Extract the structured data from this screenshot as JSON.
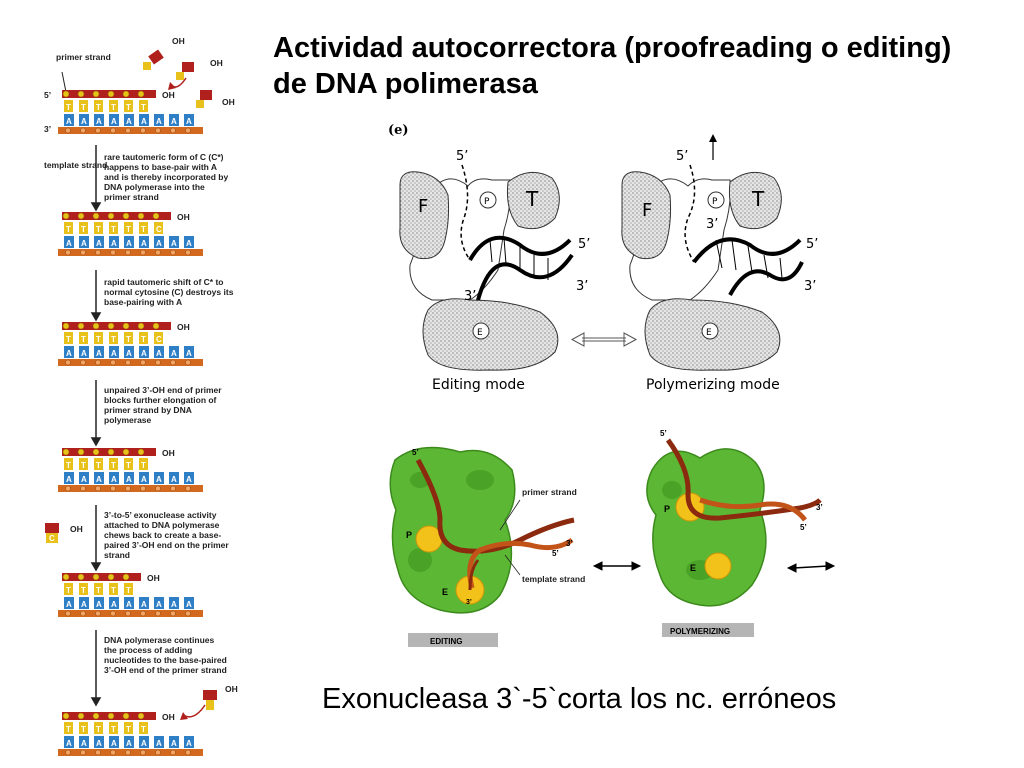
{
  "title": "Actividad autocorrectora (proofreading o editing) de DNA polimerasa",
  "caption": "Exonucleasa 3`-5`corta los nc. erróneos",
  "left_panel": {
    "primer_strand": "primer strand",
    "template_strand": "template strand",
    "five_prime": "5’",
    "three_prime": "3’",
    "oh": "OH",
    "base_a": "A",
    "base_t": "T",
    "base_c": "C",
    "step1": [
      "rare tautomeric form of C (C*)",
      "happens to base-pair with A",
      "and is thereby incorporated by",
      "DNA polymerase into the",
      "primer strand"
    ],
    "step2": [
      "rapid tautomeric shift of C* to",
      "normal cytosine (C) destroys its",
      "base-pairing with A"
    ],
    "step3": [
      "unpaired 3’-OH end of primer",
      "blocks further elongation of",
      "primer strand by DNA",
      "polymerase"
    ],
    "step4": [
      "3’-to-5’ exonuclease activity",
      "attached to DNA polymerase",
      "chews back to create a base-",
      "paired 3’-OH end on the primer",
      "strand"
    ],
    "step5": [
      "DNA polymerase continues",
      "the process of adding",
      "nucleotides to the base-paired",
      "3’-OH end of the primer strand"
    ]
  },
  "panel_e": {
    "label": "(e)",
    "F": "F",
    "T": "T",
    "P": "P",
    "E": "E",
    "five_prime": "5’",
    "three_prime": "3’",
    "editing_mode": "Editing mode",
    "polymerizing_mode": "Polymerizing  mode"
  },
  "bottom_panel": {
    "primer_strand": "primer strand",
    "template_strand": "template strand",
    "editing": "EDITING",
    "polymerizing": "POLYMERIZING",
    "P": "P",
    "E": "E",
    "five_prime": "5’",
    "three_prime": "3’",
    "three": "3"
  },
  "colors": {
    "primer": "#b0201c",
    "backbone": "#d2691e",
    "base_a": "#2e7fc6",
    "base_t": "#e8c21a",
    "polymerase": "#5cb834",
    "dna_strand": "#8b2a0e",
    "site": "#f2c21a"
  }
}
